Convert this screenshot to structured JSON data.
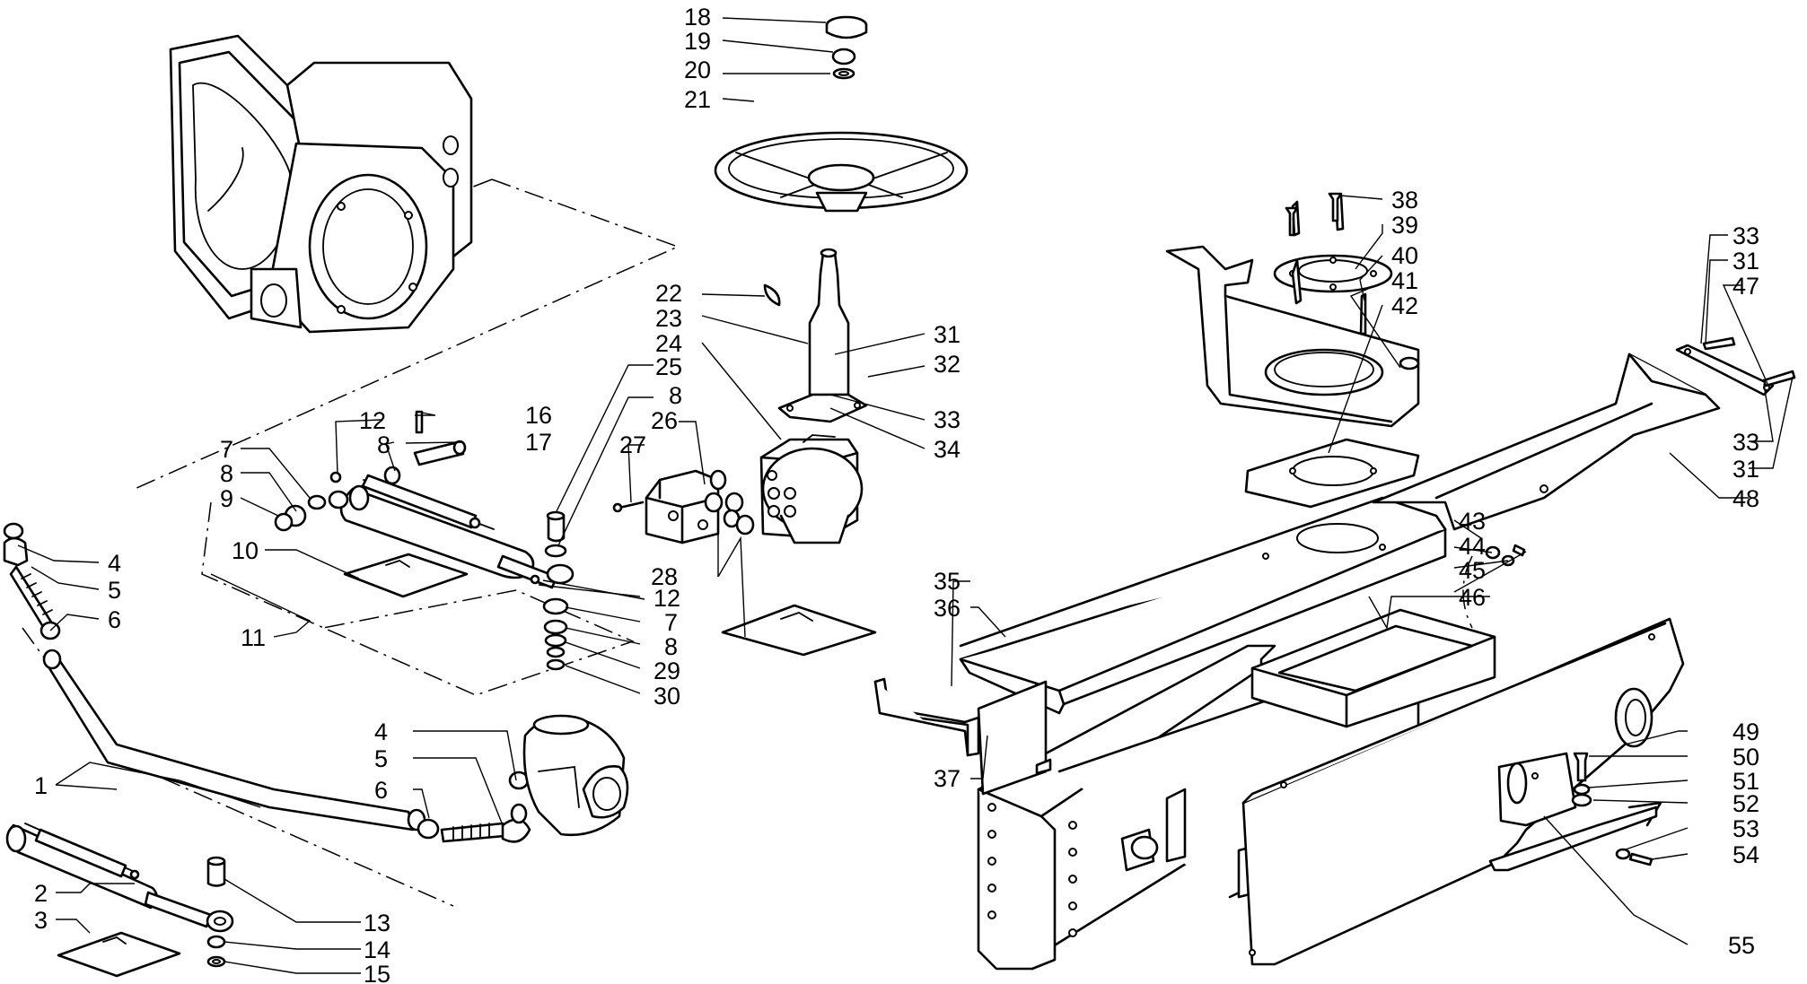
{
  "diagram": {
    "callouts": [
      {
        "id": "c1",
        "label": "1"
      },
      {
        "id": "c2",
        "label": "2"
      },
      {
        "id": "c3",
        "label": "3"
      },
      {
        "id": "c4a",
        "label": "4"
      },
      {
        "id": "c5a",
        "label": "5"
      },
      {
        "id": "c6a",
        "label": "6"
      },
      {
        "id": "c4b",
        "label": "4"
      },
      {
        "id": "c5b",
        "label": "5"
      },
      {
        "id": "c6b",
        "label": "6"
      },
      {
        "id": "c7a",
        "label": "7"
      },
      {
        "id": "c8a",
        "label": "8"
      },
      {
        "id": "c9",
        "label": "9"
      },
      {
        "id": "c10",
        "label": "10"
      },
      {
        "id": "c11",
        "label": "11"
      },
      {
        "id": "c12a",
        "label": "12"
      },
      {
        "id": "c8b",
        "label": "8"
      },
      {
        "id": "c16",
        "label": "16"
      },
      {
        "id": "c17",
        "label": "17"
      },
      {
        "id": "c13",
        "label": "13"
      },
      {
        "id": "c14",
        "label": "14"
      },
      {
        "id": "c15",
        "label": "15"
      },
      {
        "id": "c18",
        "label": "18"
      },
      {
        "id": "c19",
        "label": "19"
      },
      {
        "id": "c20",
        "label": "20"
      },
      {
        "id": "c21",
        "label": "21"
      },
      {
        "id": "c22",
        "label": "22"
      },
      {
        "id": "c23",
        "label": "23"
      },
      {
        "id": "c24",
        "label": "24"
      },
      {
        "id": "c25",
        "label": "25"
      },
      {
        "id": "c8c",
        "label": "8"
      },
      {
        "id": "c26",
        "label": "26"
      },
      {
        "id": "c27",
        "label": "27"
      },
      {
        "id": "c12b",
        "label": "12"
      },
      {
        "id": "c7b",
        "label": "7"
      },
      {
        "id": "c8d",
        "label": "8"
      },
      {
        "id": "c29",
        "label": "29"
      },
      {
        "id": "c30",
        "label": "30"
      },
      {
        "id": "c28",
        "label": "28"
      },
      {
        "id": "c31a",
        "label": "31"
      },
      {
        "id": "c32",
        "label": "32"
      },
      {
        "id": "c33a",
        "label": "33"
      },
      {
        "id": "c34",
        "label": "34"
      },
      {
        "id": "c35",
        "label": "35"
      },
      {
        "id": "c36",
        "label": "36"
      },
      {
        "id": "c37",
        "label": "37"
      },
      {
        "id": "c38",
        "label": "38"
      },
      {
        "id": "c39",
        "label": "39"
      },
      {
        "id": "c40",
        "label": "40"
      },
      {
        "id": "c41",
        "label": "41"
      },
      {
        "id": "c42",
        "label": "42"
      },
      {
        "id": "c33b",
        "label": "33"
      },
      {
        "id": "c31b",
        "label": "31"
      },
      {
        "id": "c47",
        "label": "47"
      },
      {
        "id": "c33c",
        "label": "33"
      },
      {
        "id": "c31c",
        "label": "31"
      },
      {
        "id": "c48",
        "label": "48"
      },
      {
        "id": "c43",
        "label": "43"
      },
      {
        "id": "c44",
        "label": "44"
      },
      {
        "id": "c45",
        "label": "45"
      },
      {
        "id": "c46",
        "label": "46"
      },
      {
        "id": "c49",
        "label": "49"
      },
      {
        "id": "c50",
        "label": "50"
      },
      {
        "id": "c51",
        "label": "51"
      },
      {
        "id": "c52",
        "label": "52"
      },
      {
        "id": "c53",
        "label": "53"
      },
      {
        "id": "c54",
        "label": "54"
      },
      {
        "id": "c55",
        "label": "55"
      }
    ]
  }
}
